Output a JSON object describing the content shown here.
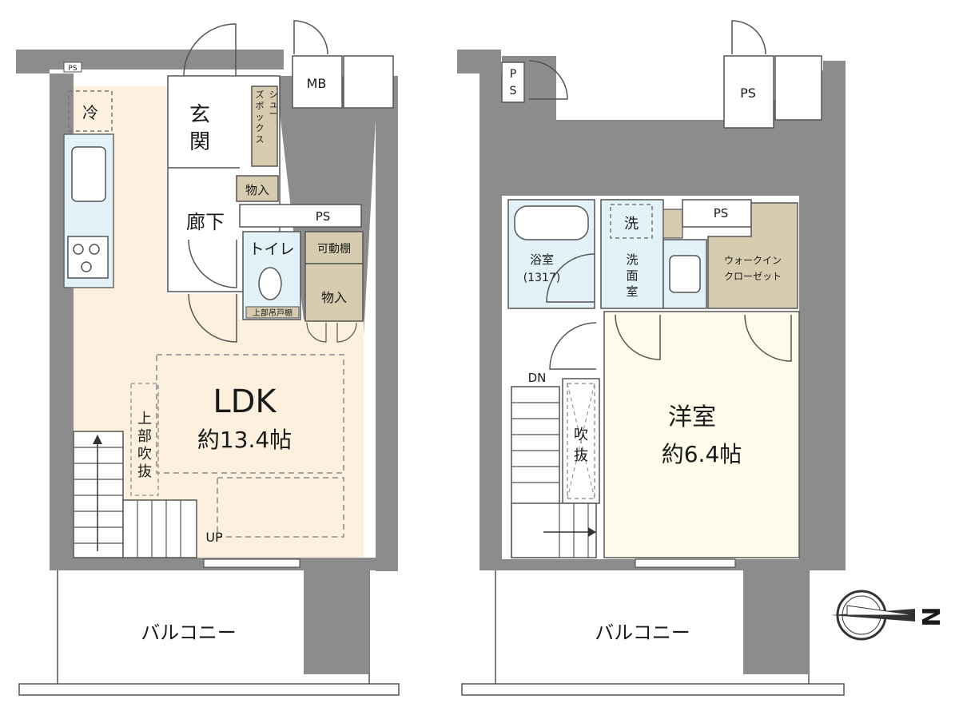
{
  "colors": {
    "wall": "#8c8c8c",
    "wall_dark": "#7a7a7a",
    "ldk_floor": "#fdf0df",
    "western_floor": "#fdfbea",
    "wet_area": "#e3f1f8",
    "storage": "#d8ccb0",
    "dashed_line": "#9a9a9a"
  },
  "left_floor": {
    "ps_top": "PS",
    "refrigerator": "冷",
    "mb": "MB",
    "entrance_line1": "玄",
    "entrance_line2": "関",
    "shoebox": [
      "シ",
      "ュ",
      "ー",
      "ズ",
      "ボ",
      "ッ",
      "ク",
      "ス"
    ],
    "storage_small": "物入",
    "corridor": "廊下",
    "ps_middle": "PS",
    "toilet": "トイレ",
    "movable_shelf": "可動棚",
    "storage_closet": "物入",
    "upper_shelf": "上部吊戸棚",
    "ldk_name": "LDK",
    "ldk_size": "約13.4帖",
    "void_vertical": [
      "上",
      "部",
      "吹",
      "抜"
    ],
    "up": "UP",
    "balcony": "バルコニー"
  },
  "right_floor": {
    "ps_left_1": "P",
    "ps_left_2": "S",
    "ps_right_top": "PS",
    "wash_machine": "洗",
    "ps_middle": "PS",
    "bathroom": "浴室",
    "bathroom_size": "(1317)",
    "washroom": [
      "洗",
      "面",
      "室"
    ],
    "wic_line1": "ウォークイン",
    "wic_line2": "クローゼット",
    "dn": "DN",
    "void_vertical": [
      "吹",
      "抜"
    ],
    "western_name": "洋室",
    "western_size": "約6.4帖",
    "balcony": "バルコニー"
  },
  "compass": {
    "north_label": "N"
  }
}
